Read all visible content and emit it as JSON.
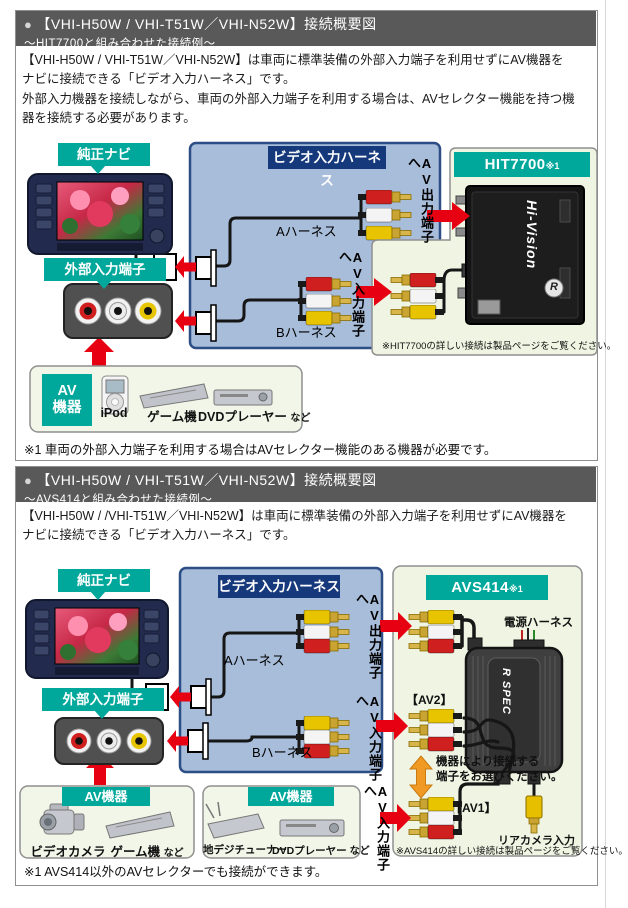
{
  "panel1": {
    "header": {
      "bullet": "●",
      "title": "【VHI-H50W / VHI-T51W／VHI-N52W】接続概要図",
      "subtitle": "〜HIT7700と組み合わせた接続例〜"
    },
    "description": "【VHI-H50W / VHI-T51W／VHI-N52W】は車両に標準装備の外部入力端子を利用せずにAV機器を\nナビに接続できる「ビデオ入力ハーネス」です。\n外部入力機器を接続しながら、車両の外部入力端子を利用する場合は、AVセレクター機能を持つ機\n器を接続する必要があります。",
    "labels": {
      "nav": "純正ナビ",
      "ext_input": "外部入力端子",
      "harness_title": "ビデオ入力ハーネス",
      "harness_a": "Aハーネス",
      "harness_b": "Bハーネス",
      "av_out": "AV出力端子へ",
      "av_in": "AV入力端子へ"
    },
    "device": {
      "name": "HIT7700",
      "ref": "※1",
      "screen_text": "Hi-Vision",
      "logo": "R",
      "note": "※HIT7700の詳しい接続は製品ページをご覧ください。"
    },
    "av_box": {
      "line1": "AV",
      "line2": "機器",
      "items": [
        {
          "label": "iPod"
        },
        {
          "label": "ゲーム機"
        },
        {
          "label": "DVDプレーヤー",
          "suffix": "など"
        }
      ]
    },
    "footnote": "※1 車両の外部入力端子を利用する場合はAVセレクター機能のある機器が必要です。"
  },
  "panel2": {
    "header": {
      "bullet": "●",
      "title": "【VHI-H50W / VHI-T51W／VHI-N52W】接続概要図",
      "subtitle": "〜AVS414と組み合わせた接続例〜"
    },
    "description": "【VHI-H50W / /VHI-T51W／VHI-N52W】は車両に標準装備の外部入力端子を利用せずにAV機器を\nナビに接続できる「ビデオ入力ハーネス」です。",
    "labels": {
      "nav": "純正ナビ",
      "ext_input": "外部入力端子",
      "harness_title": "ビデオ入力ハーネス",
      "harness_a": "Aハーネス",
      "harness_b": "Bハーネス",
      "av_out": "AV出力端子へ",
      "av_in_upper": "AV入力端子へ",
      "av_in_lower": "AV入力端子へ"
    },
    "device": {
      "name": "AVS414",
      "ref": "※1",
      "logo": "R SPEC",
      "power_label": "電源ハーネス",
      "av2_label": "【AV2】",
      "av1_label": "【AV1】",
      "choose_note": "機器により接続する\n端子をお選びください。",
      "rear_camera_label": "リアカメラ入力",
      "note": "※AVS414の詳しい接続は製品ページをご覧ください。"
    },
    "av_box_a": {
      "title": "AV機器",
      "items": [
        {
          "label": "ビデオカメラ"
        },
        {
          "label": "ゲーム機",
          "suffix": "など"
        }
      ]
    },
    "av_box_b": {
      "title": "AV機器",
      "items": [
        {
          "label": "地デジチューナー"
        },
        {
          "label": "DVDプレーヤー",
          "suffix": "など"
        }
      ]
    },
    "footnote": "※1 AVS414以外のAVセレクターでも接続ができます。"
  },
  "colors": {
    "teal": "#00a79b",
    "blue_box": "#a8bdda",
    "blue_border": "#2d4d86",
    "blue_header": "#16397c",
    "green_box": "#f0f5e3",
    "red_arrow": "#e60012",
    "orange_arrow": "#f09a23",
    "header_gray": "#595959"
  }
}
